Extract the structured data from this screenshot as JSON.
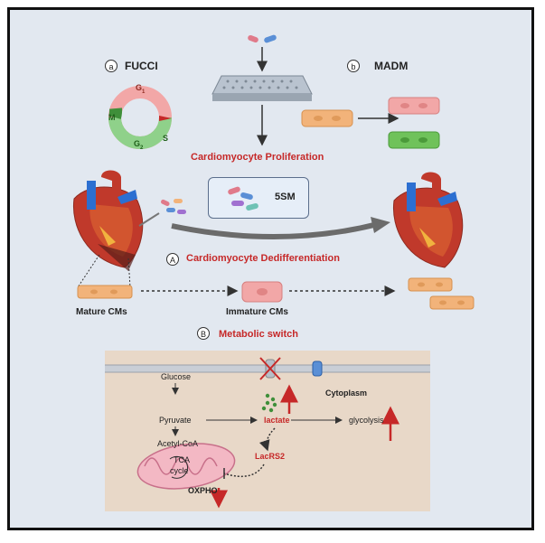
{
  "labels": {
    "a_circle": "a",
    "fucci": "FUCCI",
    "b_circle": "b",
    "madm": "MADM",
    "g1": "G",
    "g1_sub": "1",
    "m": "M",
    "s": "S",
    "g2": "G",
    "g2_sub": "2",
    "cardiomyocyte_proliferation": "Cardiomyocyte Proliferation",
    "five_sm": "5SM",
    "A_circle": "A",
    "cardiomyocyte_dedifferentiation": "Cardiomyocyte Dedifferentiation",
    "mature_cms": "Mature CMs",
    "immature_cms": "Immature CMs",
    "B_circle": "B",
    "metabolic_switch": "Metabolic switch",
    "cytoplasm": "Cytoplasm",
    "glucose": "Glucose",
    "pyruvate": "Pyruvate",
    "acetyl_coa": "Acetyl-CoA",
    "tca": "TCA",
    "cycle": "cycle",
    "oxpho": "OXPHO",
    "lactate": "lactate",
    "glycolysis": "glycolysis",
    "lacrs2": "LacRS2"
  },
  "colors": {
    "red_text": "#c62828",
    "cell_orange": "#f2b37a",
    "cell_pink": "#f2a7a7",
    "cell_green": "#6fc25a",
    "metabolism_bg": "#e8d8c8"
  }
}
